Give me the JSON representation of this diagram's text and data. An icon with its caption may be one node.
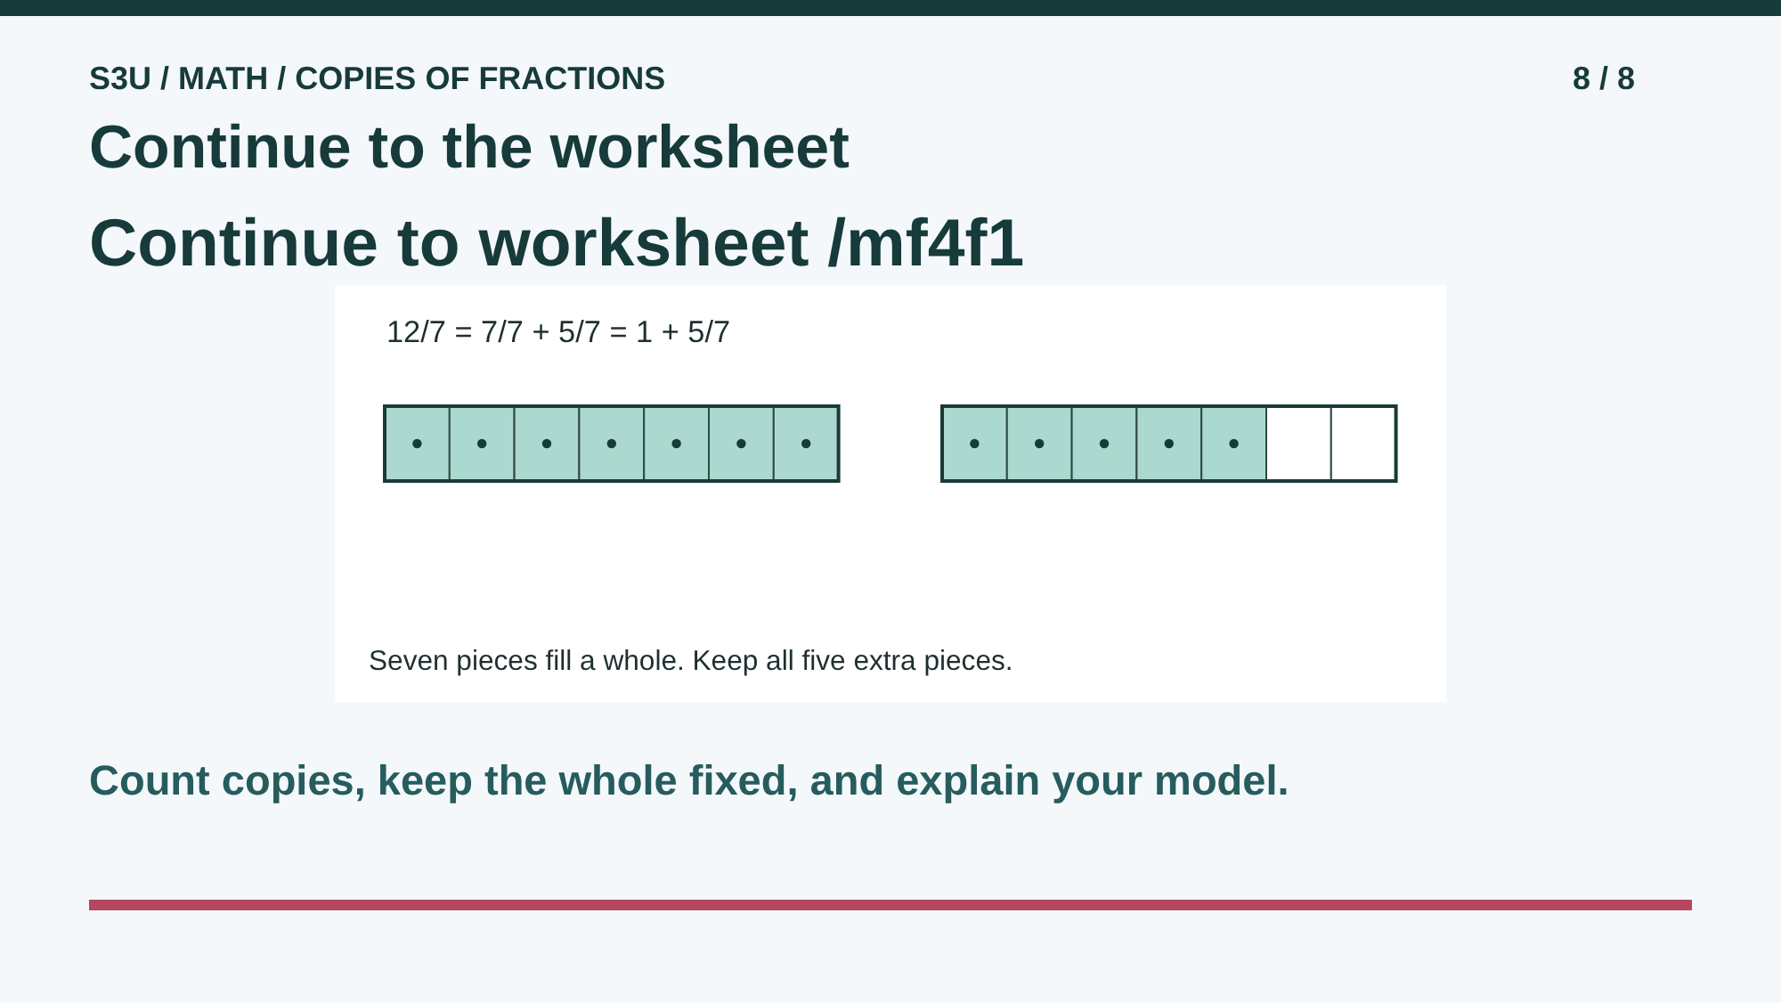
{
  "diagram": {
    "title": "Continue to the worksheet",
    "nodes": [
      {
        "text": [
          "12/7 = 7/7 + 5/7 = 1 + 5/7",
          "Seven pieces fill a whole. Keep all five extra pieces."
        ]
      }
    ],
    "edges": [],
    "labels": [
      "S3U / MATH / COPIES OF FRACTIONS",
      "8 / 8",
      "Continue to worksheet /mf4f1",
      "Count copies, keep the whole fixed, and explain your model."
    ]
  }
}
